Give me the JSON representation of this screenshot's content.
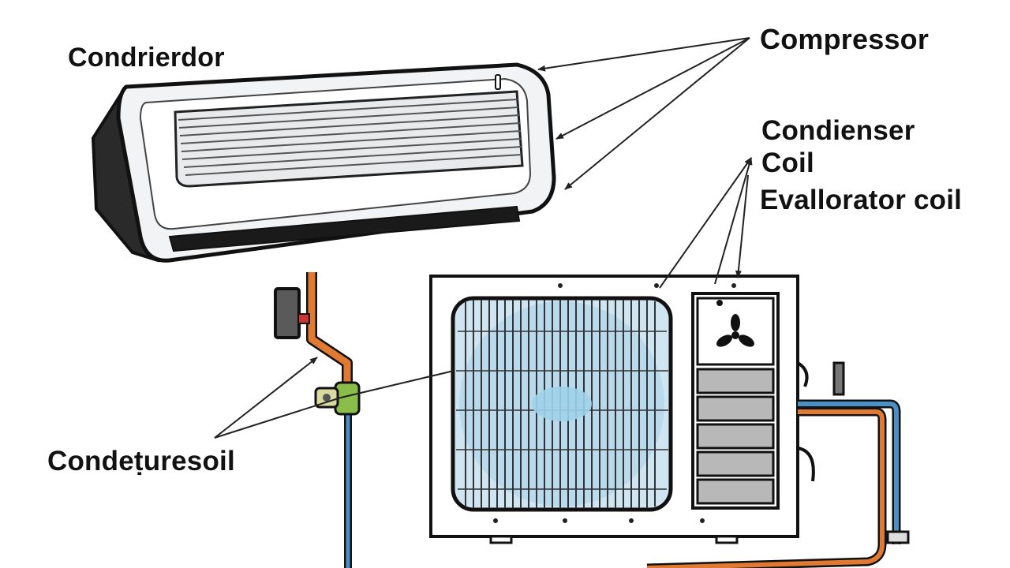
{
  "labels": {
    "condrierdor": "Condrierdor",
    "compressor": "Compressor",
    "condienser_line1": "Condienser",
    "condienser_line2": "Coil",
    "evaporator": "Evallorator coil",
    "condeture": "Condeṭuresoil"
  },
  "colors": {
    "outline": "#111111",
    "indoor_body": "#f2f3f4",
    "fan_grille_fill": "#cfe6f2",
    "fan_hub": "#9fd3ea",
    "copper_pipe": "#e07a33",
    "blue_pipe": "#4b8fc4",
    "valve_green": "#8bbd4a",
    "coil_gray": "#b8b8b8"
  }
}
